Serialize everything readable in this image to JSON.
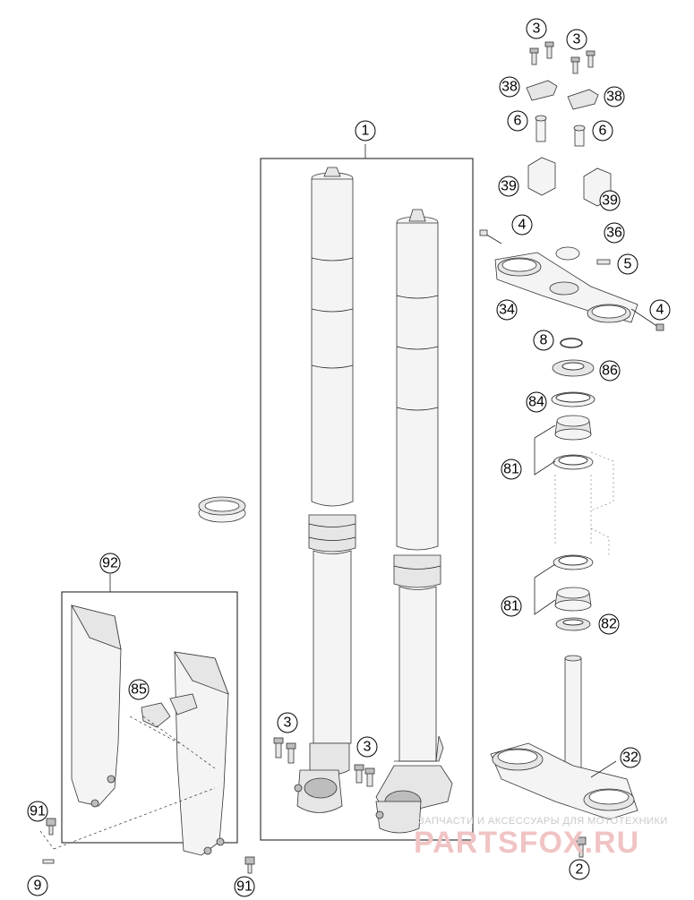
{
  "callouts": {
    "c1": "1",
    "c2": "2",
    "c3a": "3",
    "c3b": "3",
    "c3c": "3",
    "c3d": "3",
    "c4a": "4",
    "c4b": "4",
    "c5": "5",
    "c6a": "6",
    "c6b": "6",
    "c8": "8",
    "c9": "9",
    "c32": "32",
    "c34": "34",
    "c36": "36",
    "c38a": "38",
    "c38b": "38",
    "c39a": "39",
    "c39b": "39",
    "c81a": "81",
    "c81b": "81",
    "c82": "82",
    "c84": "84",
    "c85": "85",
    "c86": "86",
    "c91a": "91",
    "c91b": "91",
    "c92": "92"
  },
  "watermark": {
    "top": "ЗАПЧАСТИ И АКСЕССУАРЫ ДЛЯ МОТОТЕХНИКИ",
    "brand": "PARTSFOX.RU"
  }
}
